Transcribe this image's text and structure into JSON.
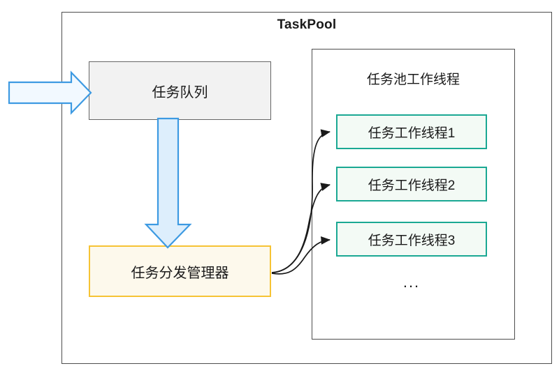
{
  "diagram": {
    "container": {
      "title": "TaskPool",
      "name": "taskpool-container"
    },
    "task_queue": {
      "label": "任务队列",
      "fill": "#f2f2f2",
      "stroke": "#666666"
    },
    "dispatcher": {
      "label": "任务分发管理器",
      "fill": "#fdf9ec",
      "stroke": "#f6c334"
    },
    "worker_pool": {
      "title": "任务池工作线程",
      "stroke": "#4d4d4d",
      "ellipsis": "...",
      "workers": [
        {
          "label": "任务工作线程1",
          "fill": "#f3faf5",
          "stroke": "#1aa893"
        },
        {
          "label": "任务工作线程2",
          "fill": "#f3faf5",
          "stroke": "#1aa893"
        },
        {
          "label": "任务工作线程3",
          "fill": "#f3faf5",
          "stroke": "#1aa893"
        }
      ]
    },
    "arrows": {
      "incoming": {
        "name": "incoming-task-arrow",
        "fill": "#f2f9ff",
        "stroke": "#3d9ae2"
      },
      "queue_to_dispatcher": {
        "name": "queue-to-dispatcher-arrow",
        "fill": "#ddeefc",
        "stroke": "#3d9ae2"
      },
      "dispatch_connectors": {
        "name": "dispatch-connector-arrow",
        "stroke": "#1a1a1a",
        "count": 3
      }
    }
  }
}
